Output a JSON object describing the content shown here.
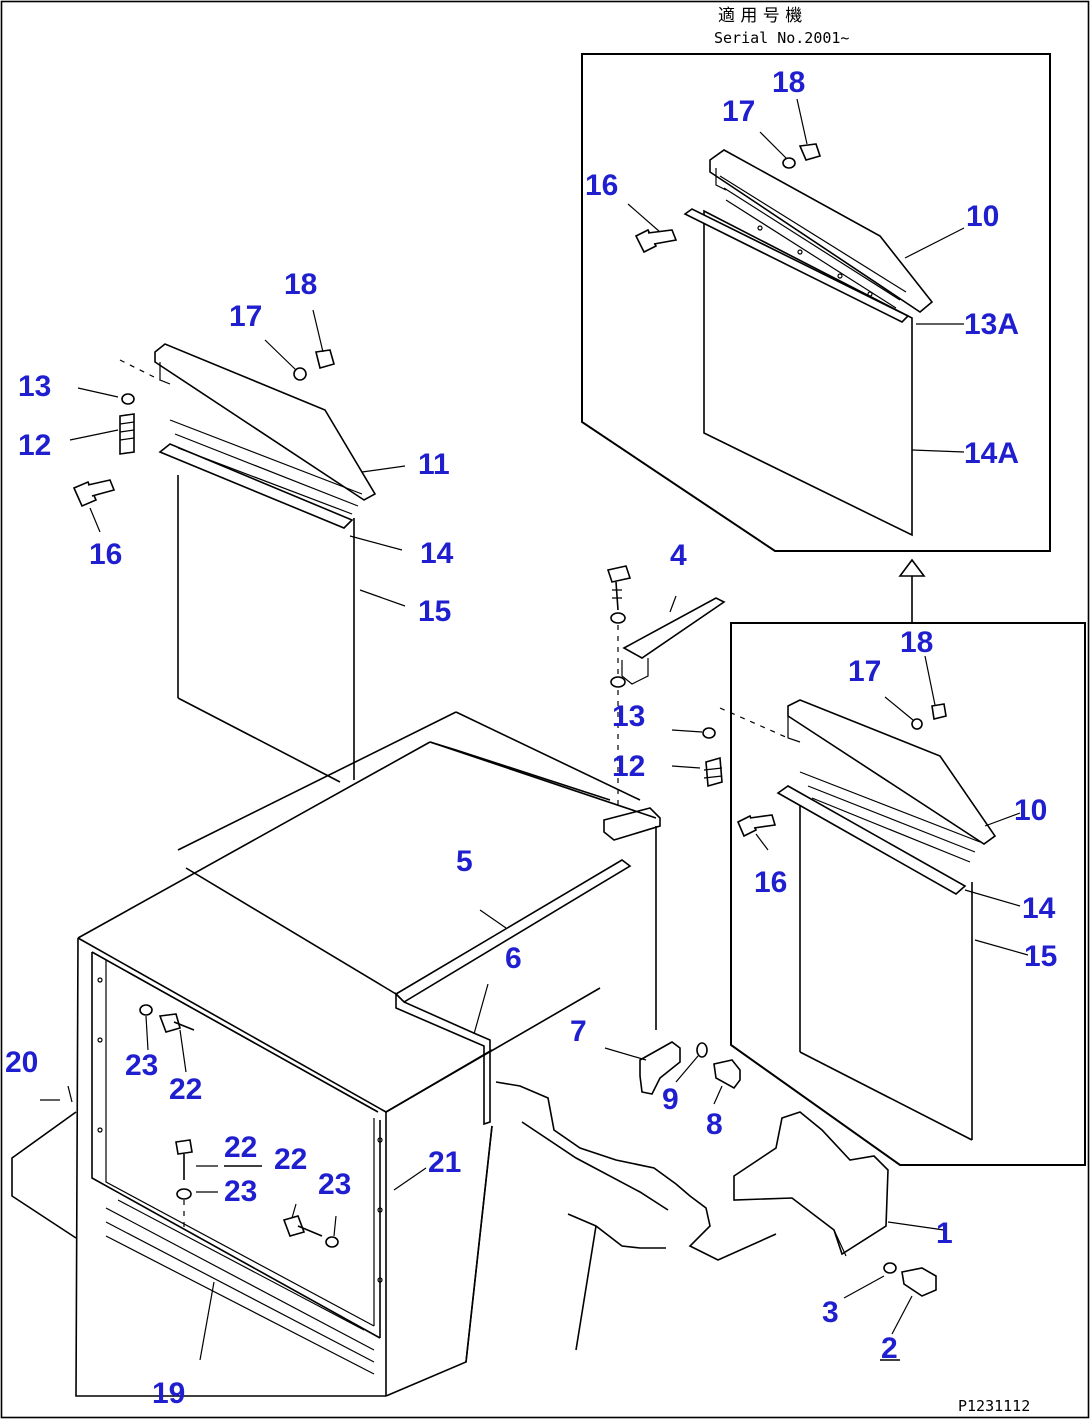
{
  "header": {
    "japanese_title": "適 用 号 機",
    "serial_text": "Serial No.2001~"
  },
  "drawing_code": "P1231112",
  "callouts": [
    {
      "id": "c-18-top",
      "text": "18"
    },
    {
      "id": "c-17-top",
      "text": "17"
    },
    {
      "id": "c-16-top",
      "text": "16"
    },
    {
      "id": "c-10-top",
      "text": "10"
    },
    {
      "id": "c-13a",
      "text": "13A"
    },
    {
      "id": "c-14a",
      "text": "14A"
    },
    {
      "id": "c-18-left",
      "text": "18"
    },
    {
      "id": "c-17-left",
      "text": "17"
    },
    {
      "id": "c-13-left",
      "text": "13"
    },
    {
      "id": "c-12-left",
      "text": "12"
    },
    {
      "id": "c-11",
      "text": "11"
    },
    {
      "id": "c-16-left",
      "text": "16"
    },
    {
      "id": "c-14-left",
      "text": "14"
    },
    {
      "id": "c-15-left",
      "text": "15"
    },
    {
      "id": "c-4",
      "text": "4"
    },
    {
      "id": "c-18-right",
      "text": "18"
    },
    {
      "id": "c-17-right",
      "text": "17"
    },
    {
      "id": "c-13-mid",
      "text": "13"
    },
    {
      "id": "c-12-mid",
      "text": "12"
    },
    {
      "id": "c-10-right",
      "text": "10"
    },
    {
      "id": "c-16-right",
      "text": "16"
    },
    {
      "id": "c-14-right",
      "text": "14"
    },
    {
      "id": "c-15-right",
      "text": "15"
    },
    {
      "id": "c-5",
      "text": "5"
    },
    {
      "id": "c-6",
      "text": "6"
    },
    {
      "id": "c-7",
      "text": "7"
    },
    {
      "id": "c-9",
      "text": "9"
    },
    {
      "id": "c-8",
      "text": "8"
    },
    {
      "id": "c-20",
      "text": "20"
    },
    {
      "id": "c-23-a",
      "text": "23"
    },
    {
      "id": "c-22-a",
      "text": "22"
    },
    {
      "id": "c-22-b",
      "text": "22"
    },
    {
      "id": "c-23-b",
      "text": "23"
    },
    {
      "id": "c-22-c",
      "text": "22"
    },
    {
      "id": "c-23-c",
      "text": "23"
    },
    {
      "id": "c-21",
      "text": "21"
    },
    {
      "id": "c-1",
      "text": "1"
    },
    {
      "id": "c-3",
      "text": "3"
    },
    {
      "id": "c-2",
      "text": "2"
    },
    {
      "id": "c-19",
      "text": "19"
    }
  ]
}
